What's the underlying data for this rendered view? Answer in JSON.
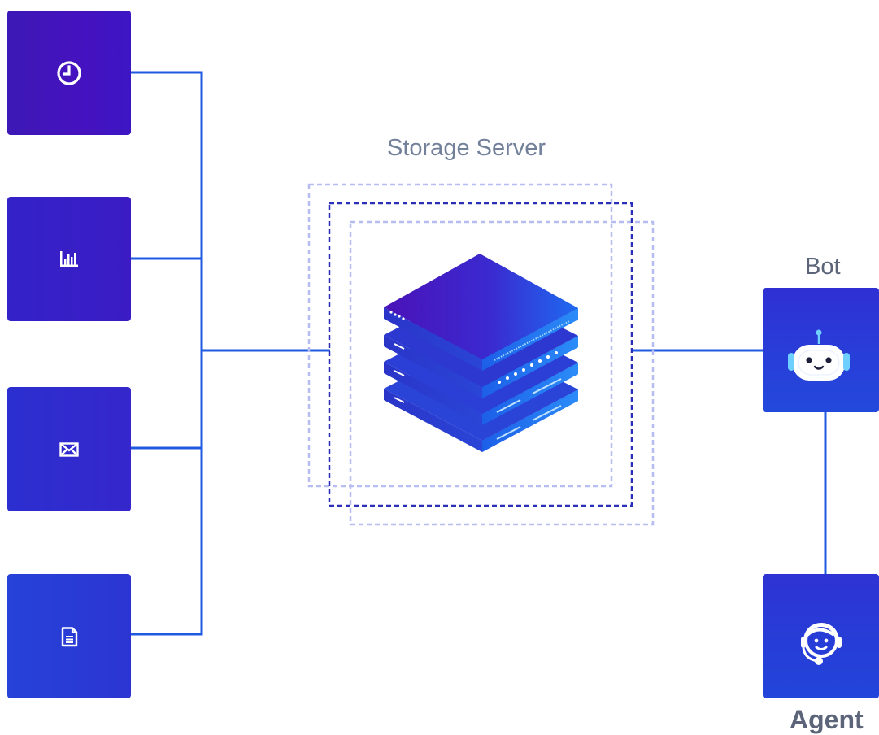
{
  "diagram": {
    "storage_title": "Storage Server",
    "bot_label": "Bot",
    "agent_label": "Agent",
    "sources": [
      {
        "icon": "clock-icon"
      },
      {
        "icon": "bar-chart-icon"
      },
      {
        "icon": "envelope-icon"
      },
      {
        "icon": "document-icon"
      }
    ],
    "colors": {
      "wire": "#1f5ae0",
      "dashed_inner": "#2a2fb8",
      "dashed_outer": "#b7bdf0",
      "label": "#73809a"
    }
  }
}
